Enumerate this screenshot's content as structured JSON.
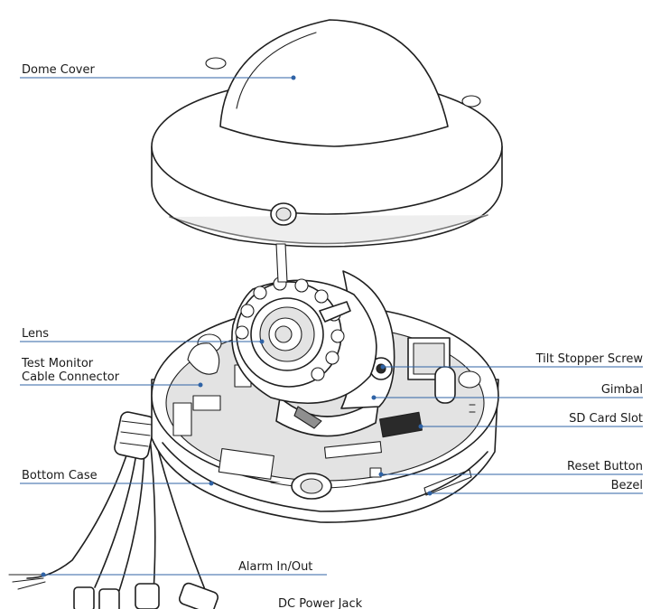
{
  "labels": {
    "dome_cover": "Dome Cover",
    "lens": "Lens",
    "test_monitor_line1": "Test Monitor",
    "test_monitor_line2": "Cable Connector",
    "bottom_case": "Bottom Case",
    "alarm": "Alarm In/Out",
    "dc_power": "DC Power Jack",
    "tilt_stopper": "Tilt Stopper Screw",
    "gimbal": "Gimbal",
    "sd_card": "SD Card Slot",
    "reset": "Reset Button",
    "bezel": "Bezel"
  },
  "colors": {
    "leader_line": "#2f63a6",
    "outline": "#1f1f1f"
  }
}
